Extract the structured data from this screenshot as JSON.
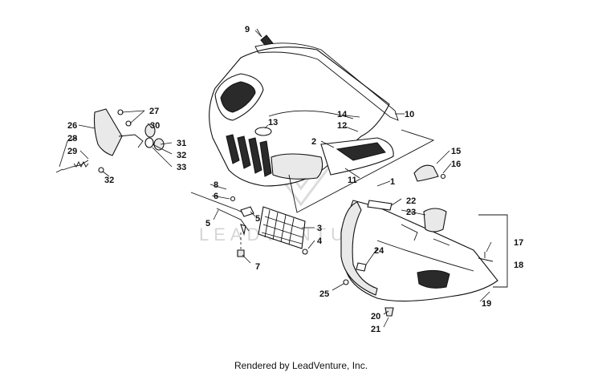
{
  "watermark": "LEADVENTURE",
  "footer": "Rendered by LeadVenture, Inc.",
  "callouts": {
    "c1": "1",
    "c2": "2",
    "c3": "3",
    "c4": "4",
    "c5a": "5",
    "c5b": "5",
    "c6": "6",
    "c7": "7",
    "c8": "8",
    "c9": "9",
    "c10": "10",
    "c11": "11",
    "c12": "12",
    "c13": "13",
    "c14": "14",
    "c15": "15",
    "c16": "16",
    "c17": "17",
    "c18": "18",
    "c19": "19",
    "c20": "20",
    "c21": "21",
    "c22": "22",
    "c23": "23",
    "c24": "24",
    "c25": "25",
    "c26": "26",
    "c27": "27",
    "c28": "28",
    "c29": "29",
    "c30": "30",
    "c31": "31",
    "c32a": "32",
    "c32b": "32",
    "c33": "33"
  }
}
